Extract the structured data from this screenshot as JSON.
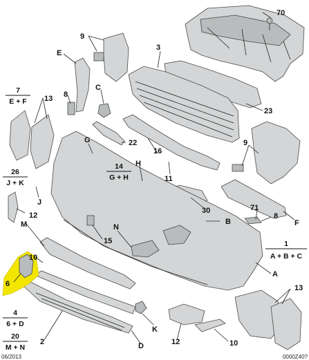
{
  "diagram": {
    "part_callouts": {
      "p70": "70",
      "p9a": "9",
      "pE": "E",
      "p3": "3",
      "p8a": "8",
      "pC": "C",
      "p13a": "13",
      "p23": "23",
      "p16": "16",
      "p22": "22",
      "pG": "G",
      "pH": "H",
      "p11": "11",
      "p9b": "9",
      "pJ": "J",
      "p12a": "12",
      "pM": "M",
      "p30": "30",
      "pB": "B",
      "p71": "71",
      "p8b": "8",
      "pF": "F",
      "pN": "N",
      "p15": "15",
      "p10a": "10",
      "p6": "6",
      "pA": "A",
      "p13b": "13",
      "pK": "K",
      "p12b": "12",
      "p10b": "10",
      "p2": "2",
      "pD": "D"
    },
    "group_callouts": {
      "g7": {
        "num": "7",
        "formula": "E + F"
      },
      "g26": {
        "num": "26",
        "formula": "J + K"
      },
      "g14": {
        "num": "14",
        "formula": "G + H"
      },
      "g1": {
        "num": "1",
        "formula": "A + B + C"
      },
      "g4": {
        "num": "4",
        "formula": "6 + D"
      },
      "g20": {
        "num": "20",
        "formula": "M + N"
      }
    },
    "footer": {
      "left_code": "06/2013",
      "right_code": "0000Z40?"
    },
    "highlight_color": "#f2e600"
  }
}
